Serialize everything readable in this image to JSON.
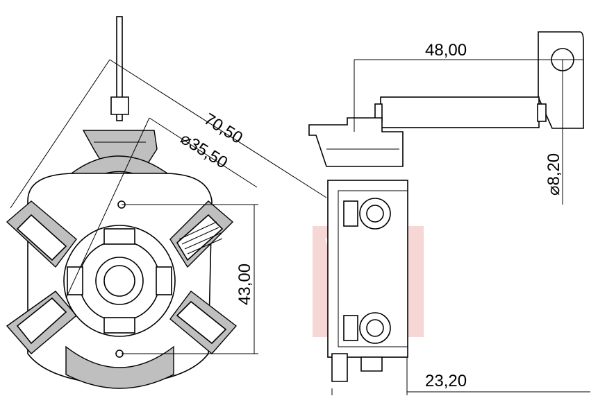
{
  "drawing": {
    "dimensions": {
      "overall_diagonal": "70,50",
      "inner_diameter": "⌀35,50",
      "height": "43,00",
      "width_top": "48,00",
      "hole_diameter": "⌀8,20",
      "depth_bottom": "23,20"
    },
    "watermark_color": "#e8a0a0",
    "line_color": "#000000"
  }
}
